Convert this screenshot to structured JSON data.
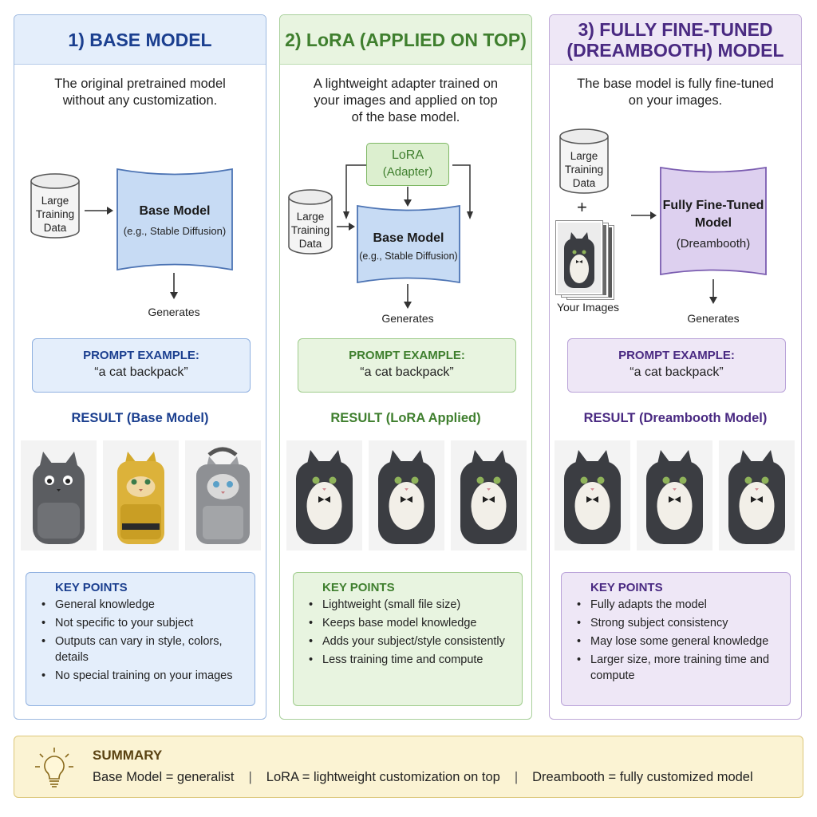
{
  "columns": {
    "base": {
      "title": "1) BASE MODEL",
      "desc": [
        "The original pretrained model",
        "without any customization."
      ],
      "data_label": [
        "Large",
        "Training",
        "Data"
      ],
      "model_label": "Base Model",
      "model_sub": "(e.g., Stable Diffusion)",
      "generates": "Generates",
      "prompt_title": "PROMPT EXAMPLE:",
      "prompt_text": "“a cat backpack”",
      "result_title": "RESULT (Base Model)",
      "key_title": "KEY POINTS",
      "key_points": [
        "General knowledge",
        "Not specific to your subject",
        "Outputs can vary in style, colors, details",
        "No special training on your images"
      ]
    },
    "lora": {
      "title": "2) LoRA (APPLIED ON TOP)",
      "desc": [
        "A lightweight adapter trained on",
        "your images and applied on top",
        "of the base model."
      ],
      "adapter_label": "LoRA",
      "adapter_sub": "(Adapter)",
      "data_label": [
        "Large",
        "Training",
        "Data"
      ],
      "model_label": "Base Model",
      "model_sub": "(e.g., Stable Diffusion)",
      "generates": "Generates",
      "prompt_title": "PROMPT EXAMPLE:",
      "prompt_text": "“a cat backpack”",
      "result_title": "RESULT (LoRA Applied)",
      "key_title": "KEY POINTS",
      "key_points": [
        "Lightweight (small file size)",
        "Keeps base model knowledge",
        "Adds your subject/style consistently",
        "Less training time and compute"
      ]
    },
    "dream": {
      "title": [
        "3) FULLY FINE-TUNED",
        "(DREAMBOOTH) MODEL"
      ],
      "desc": [
        "The base model is fully fine-tuned",
        "on your images."
      ],
      "data_label": [
        "Large",
        "Training",
        "Data"
      ],
      "plus": "+",
      "images_label": "Your Images",
      "model_label": [
        "Fully Fine-Tuned",
        "Model"
      ],
      "model_sub": "(Dreambooth)",
      "generates": "Generates",
      "prompt_title": "PROMPT EXAMPLE:",
      "prompt_text": "“a cat backpack”",
      "result_title": "RESULT (Dreambooth Model)",
      "key_title": "KEY POINTS",
      "key_points": [
        "Fully adapts the model",
        "Strong subject consistency",
        "May lose some general knowledge",
        "Larger size, more training time and compute"
      ]
    }
  },
  "summary": {
    "title": "SUMMARY",
    "items": [
      "Base Model = generalist",
      "LoRA = lightweight customization on top",
      "Dreambooth = fully customized model"
    ],
    "separator": "|"
  },
  "colors": {
    "base_accent": "#1b3f8f",
    "lora_accent": "#3f7f2e",
    "dream_accent": "#4a2a82",
    "summary_bg": "#fbf3d3"
  },
  "icons": {
    "summary": "lightbulb-icon",
    "data": "database-cylinder-icon",
    "result": "cat-backpack-image"
  }
}
